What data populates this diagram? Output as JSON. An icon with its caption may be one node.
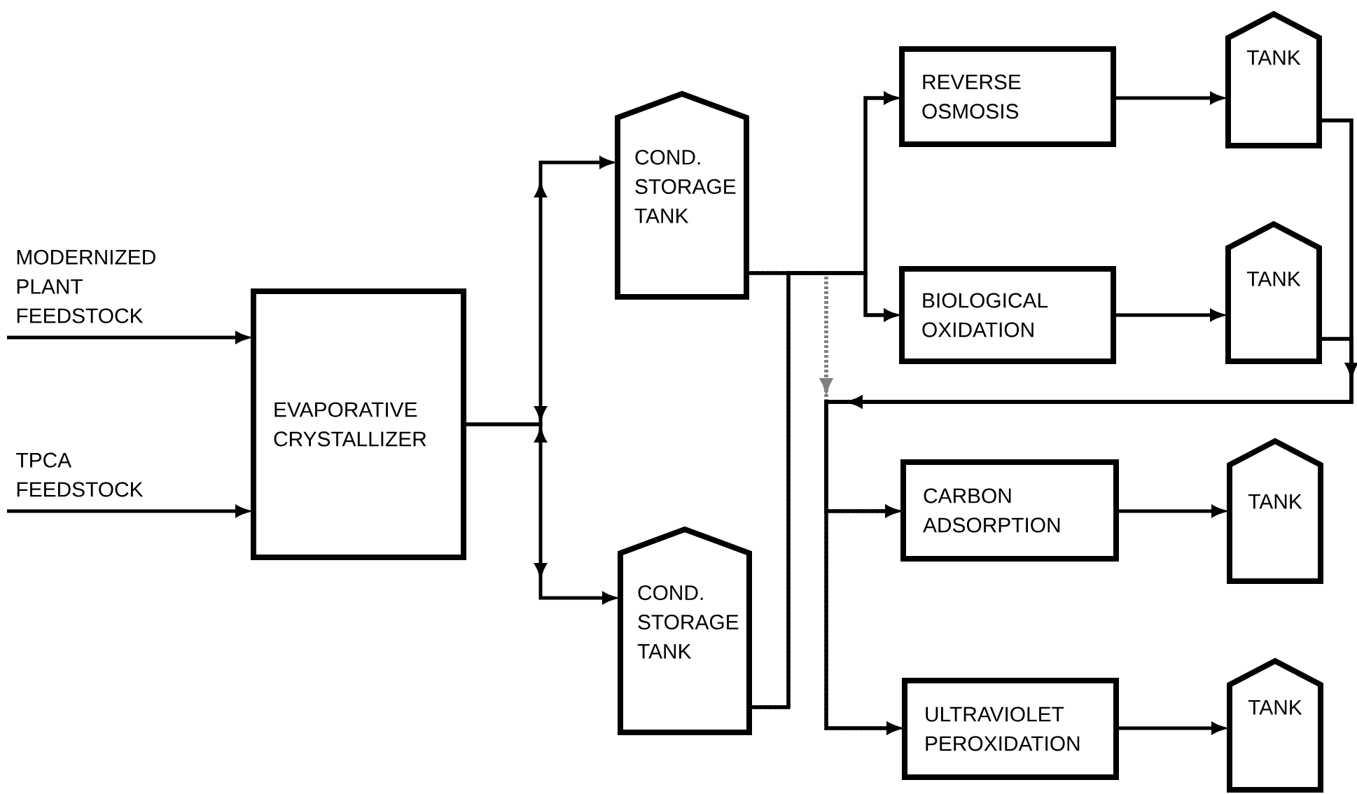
{
  "diagram": {
    "nodes": [
      {
        "text": [
          "EVAPORATIVE CRYSTALLIZER"
        ]
      },
      {
        "text": [
          "COND. STORAGE TANK"
        ]
      },
      {
        "text": [
          "COND. STORAGE TANK"
        ]
      },
      {
        "text": [
          "REVERSE OSMOSIS"
        ]
      },
      {
        "text": [
          "BIOLOGICAL OXIDATION"
        ]
      },
      {
        "text": [
          "CARBON ADSORPTION"
        ]
      },
      {
        "text": [
          "ULTRAVIOLET PEROXIDATION"
        ]
      },
      {
        "text": [
          "TANK"
        ]
      },
      {
        "text": [
          "TANK"
        ]
      },
      {
        "text": [
          "TANK"
        ]
      },
      {
        "text": [
          "TANK"
        ]
      }
    ],
    "edges": [
      {
        "from": null,
        "to": 0,
        "arrow": "to",
        "label": "MODERNIZED PLANT FEEDSTOCK"
      },
      {
        "from": null,
        "to": 0,
        "arrow": "to",
        "label": "TPCA FEEDSTOCK"
      },
      {
        "from": 0,
        "to": 1,
        "arrow": "to"
      },
      {
        "from": 0,
        "to": 2,
        "arrow": "to"
      },
      {
        "from": 1,
        "to": 3,
        "arrow": "to"
      },
      {
        "from": 1,
        "to": 4,
        "arrow": "to"
      },
      {
        "from": 2,
        "to": 3,
        "arrow": "to"
      },
      {
        "from": 2,
        "to": 4,
        "arrow": "to"
      },
      {
        "from": 1,
        "to": 5,
        "arrow": "to",
        "style": "dashed",
        "color": "#808080"
      },
      {
        "from": 1,
        "to": 6,
        "arrow": "to",
        "style": "dashed",
        "color": "#808080"
      },
      {
        "from": 2,
        "to": 5,
        "arrow": "to",
        "style": "dashed",
        "color": "#808080"
      },
      {
        "from": 2,
        "to": 6,
        "arrow": "to",
        "style": "dashed",
        "color": "#808080"
      },
      {
        "from": 3,
        "to": 7,
        "arrow": "to"
      },
      {
        "from": 4,
        "to": 8,
        "arrow": "to"
      },
      {
        "from": 5,
        "to": 9,
        "arrow": "to"
      },
      {
        "from": 6,
        "to": 10,
        "arrow": "to"
      },
      {
        "from": 7,
        "to": 5,
        "arrow": "to"
      },
      {
        "from": 7,
        "to": 6,
        "arrow": "to"
      },
      {
        "from": 8,
        "to": 5,
        "arrow": "to"
      },
      {
        "from": 8,
        "to": 6,
        "arrow": "to"
      }
    ]
  }
}
